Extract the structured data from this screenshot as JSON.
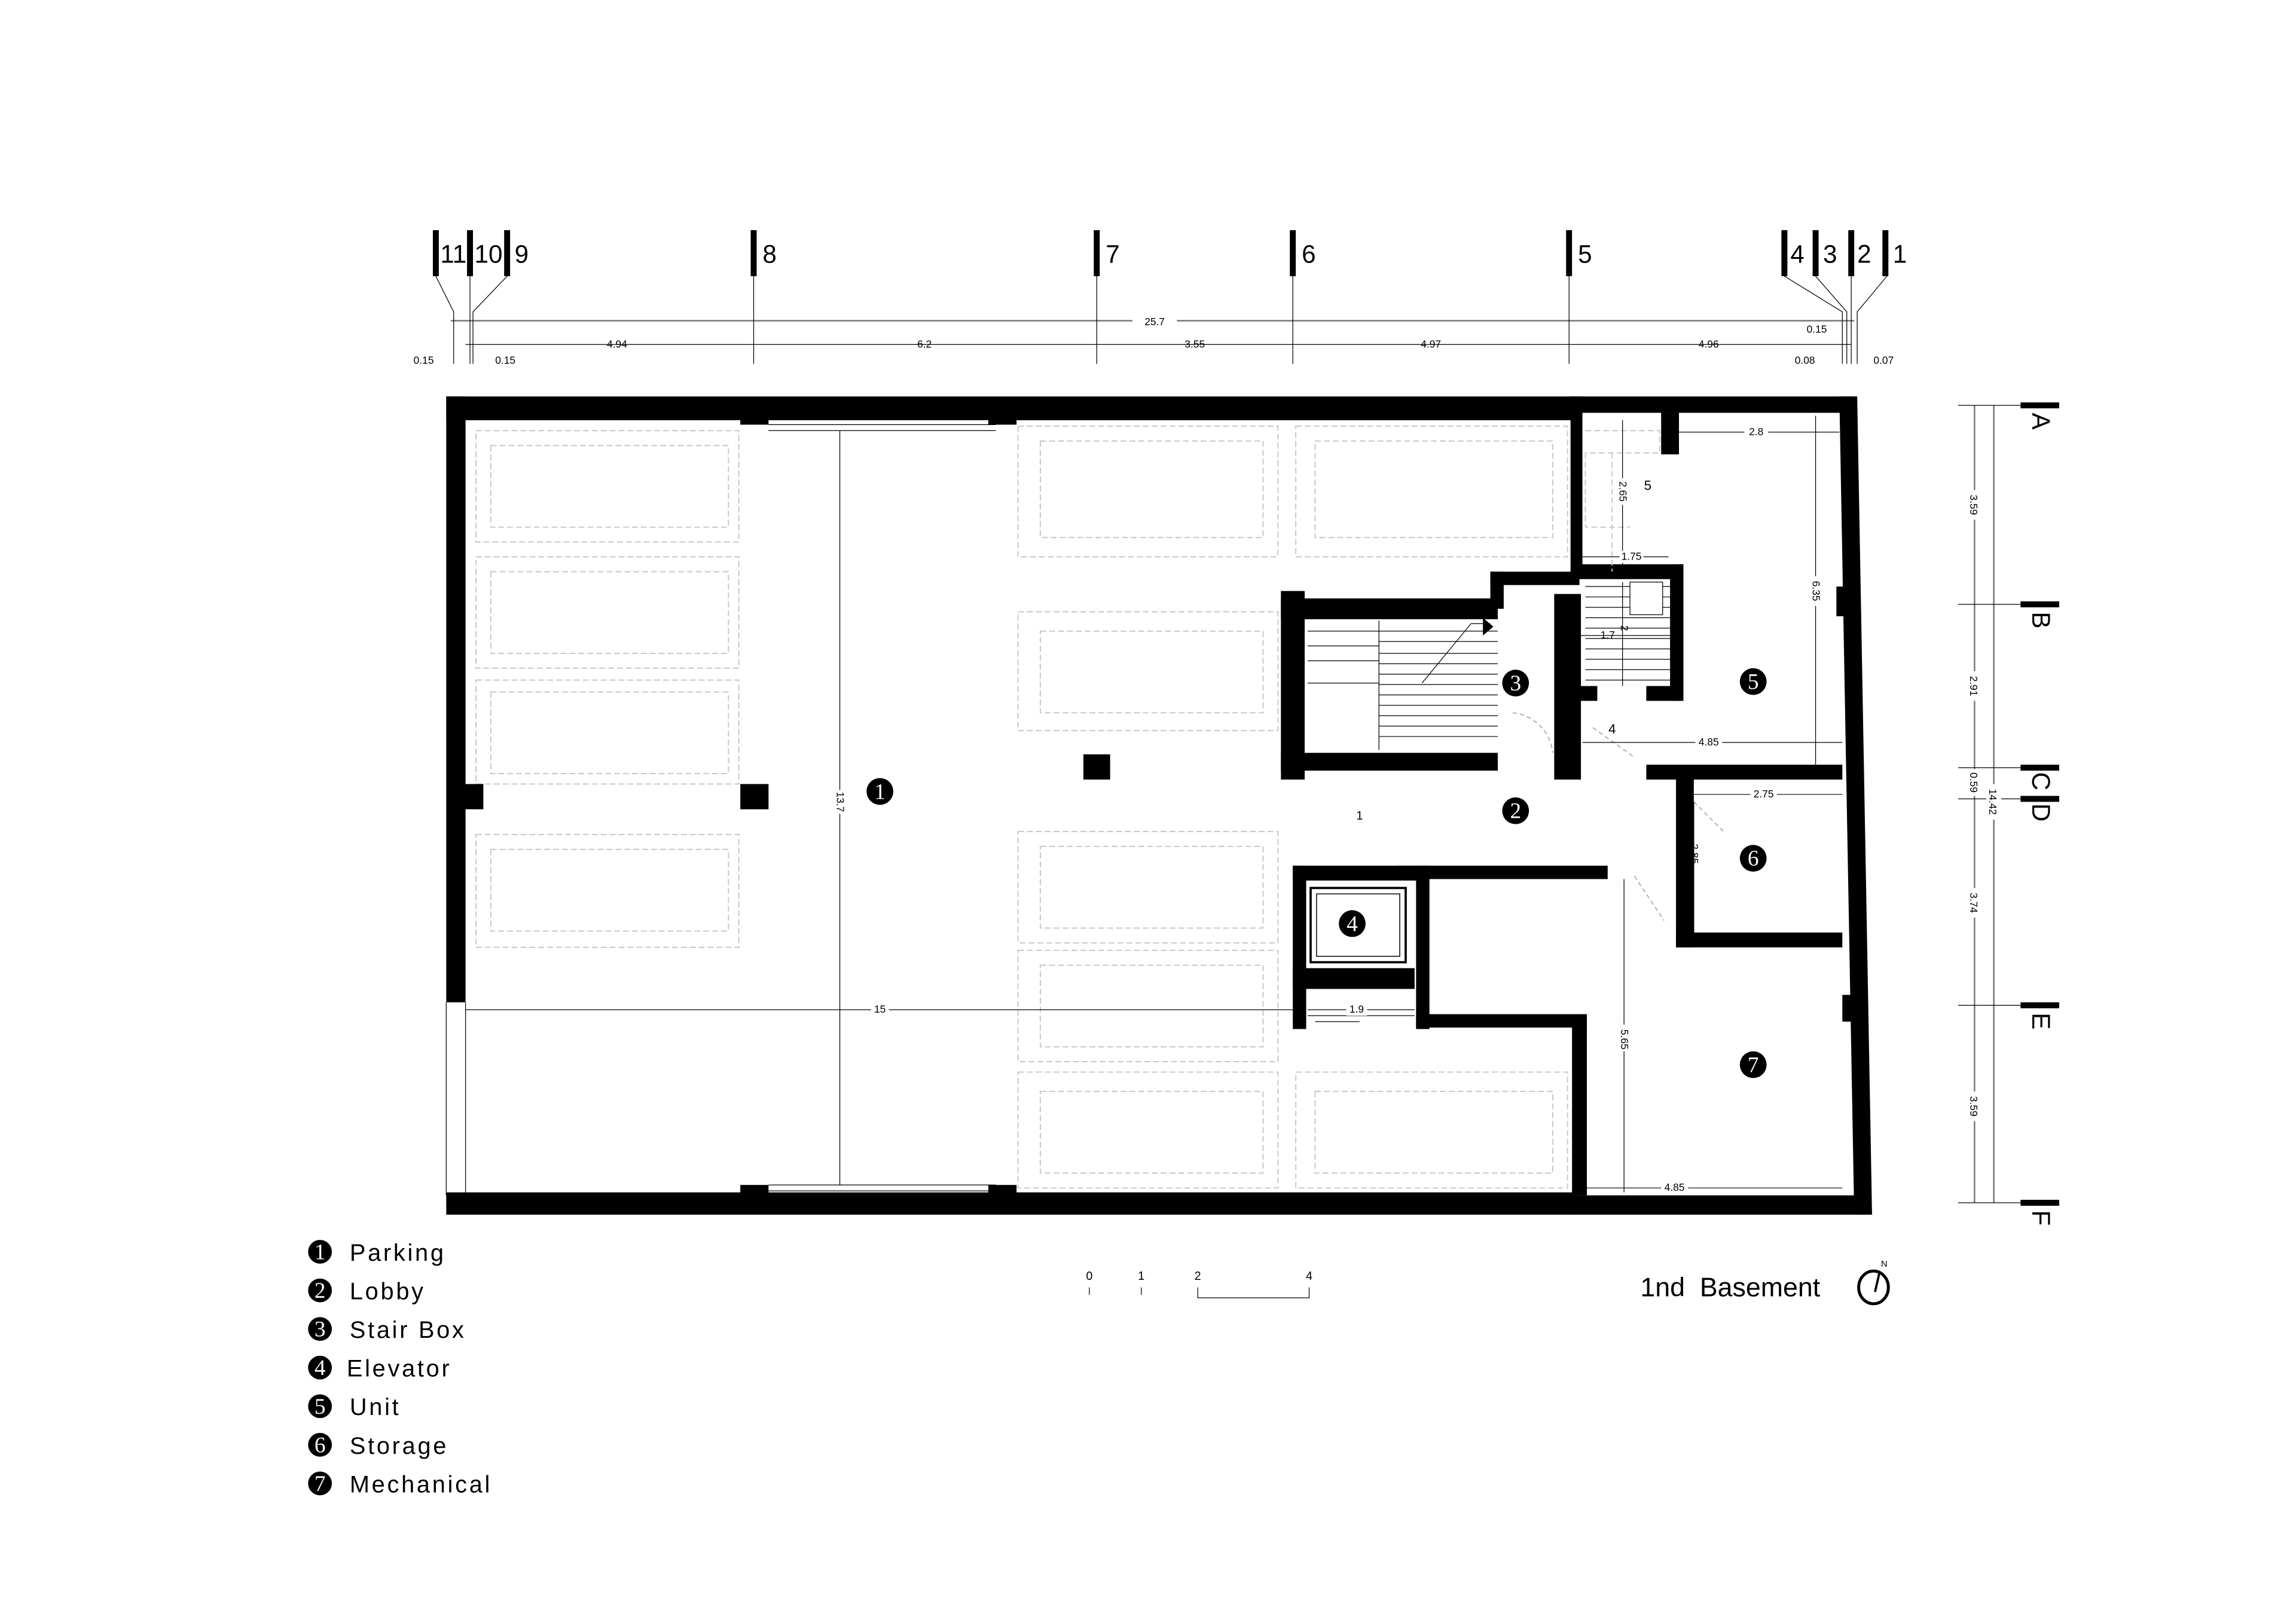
{
  "title": "1nd  Basement",
  "north_label": "N",
  "grid_columns": [
    "11",
    "10",
    "9",
    "8",
    "7",
    "6",
    "5",
    "4",
    "3",
    "2",
    "1"
  ],
  "grid_rows": [
    "A",
    "B",
    "C",
    "D",
    "E",
    "F"
  ],
  "top_dims": {
    "overall": "25.7",
    "right_offset": "0.15",
    "spans": [
      "4.94",
      "6.2",
      "3.55",
      "4.97",
      "4.96"
    ],
    "left_a": "0.15",
    "left_b": "0.15",
    "right_a": "0.08",
    "right_b": "0.07"
  },
  "right_dims": {
    "spans": [
      "3.59",
      "2.91",
      "0.59",
      "3.74",
      "3.59"
    ],
    "overall": "14.42"
  },
  "interior_dims": {
    "parking_depth": "13.7",
    "parking_width": "15",
    "elevator_width": "1.9",
    "mech_depth": "5.65",
    "mech_width": "4.85",
    "storage_width": "2.75",
    "storage_depth": "2.85",
    "unit_width": "4.85",
    "unit_top": "2.8",
    "kitchen_depth": "2.65",
    "kitchen_width": "1.75",
    "unit_depth": "6.35",
    "bath_width": "1.7",
    "bath_depth": "2"
  },
  "small_labels": {
    "lobby_level": "1",
    "unit_entry": "4",
    "kitchen": "5"
  },
  "room_tags": [
    "1",
    "2",
    "3",
    "4",
    "5",
    "6",
    "7"
  ],
  "legend": [
    {
      "num": "1",
      "label": "Parking"
    },
    {
      "num": "2",
      "label": "Lobby"
    },
    {
      "num": "3",
      "label": "Stair Box"
    },
    {
      "num": "4",
      "label": "Elevator"
    },
    {
      "num": "5",
      "label": "Unit"
    },
    {
      "num": "6",
      "label": "Storage"
    },
    {
      "num": "7",
      "label": "Mechanical"
    }
  ],
  "scale_bar": [
    "0",
    "1",
    "2",
    "4"
  ]
}
